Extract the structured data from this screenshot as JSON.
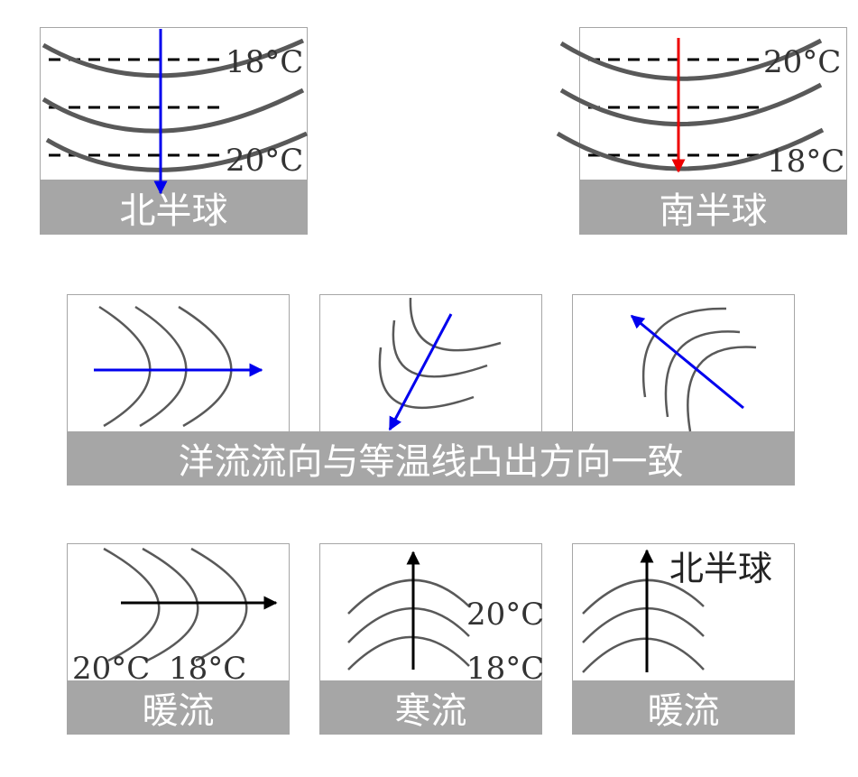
{
  "top_left": {
    "caption": "北半球",
    "label_top": "18°C",
    "label_bottom": "20°C"
  },
  "top_right": {
    "caption": "南半球",
    "label_top": "20°C",
    "label_bottom": "18°C"
  },
  "middle": {
    "caption": "洋流流向与等温线凸出方向一致"
  },
  "bottom_left": {
    "caption": "暖流",
    "label_left": "20°C",
    "label_right": "18°C"
  },
  "bottom_mid": {
    "caption": "寒流",
    "label_top": "20°C",
    "label_bottom": "18°C"
  },
  "bottom_right": {
    "caption": "暖流",
    "note": "北半球"
  },
  "colors": {
    "frame": "#a6a6a6",
    "curve": "#595959",
    "blue_arrow": "#0000ee",
    "red_arrow": "#ee0000",
    "black_arrow": "#000000"
  }
}
